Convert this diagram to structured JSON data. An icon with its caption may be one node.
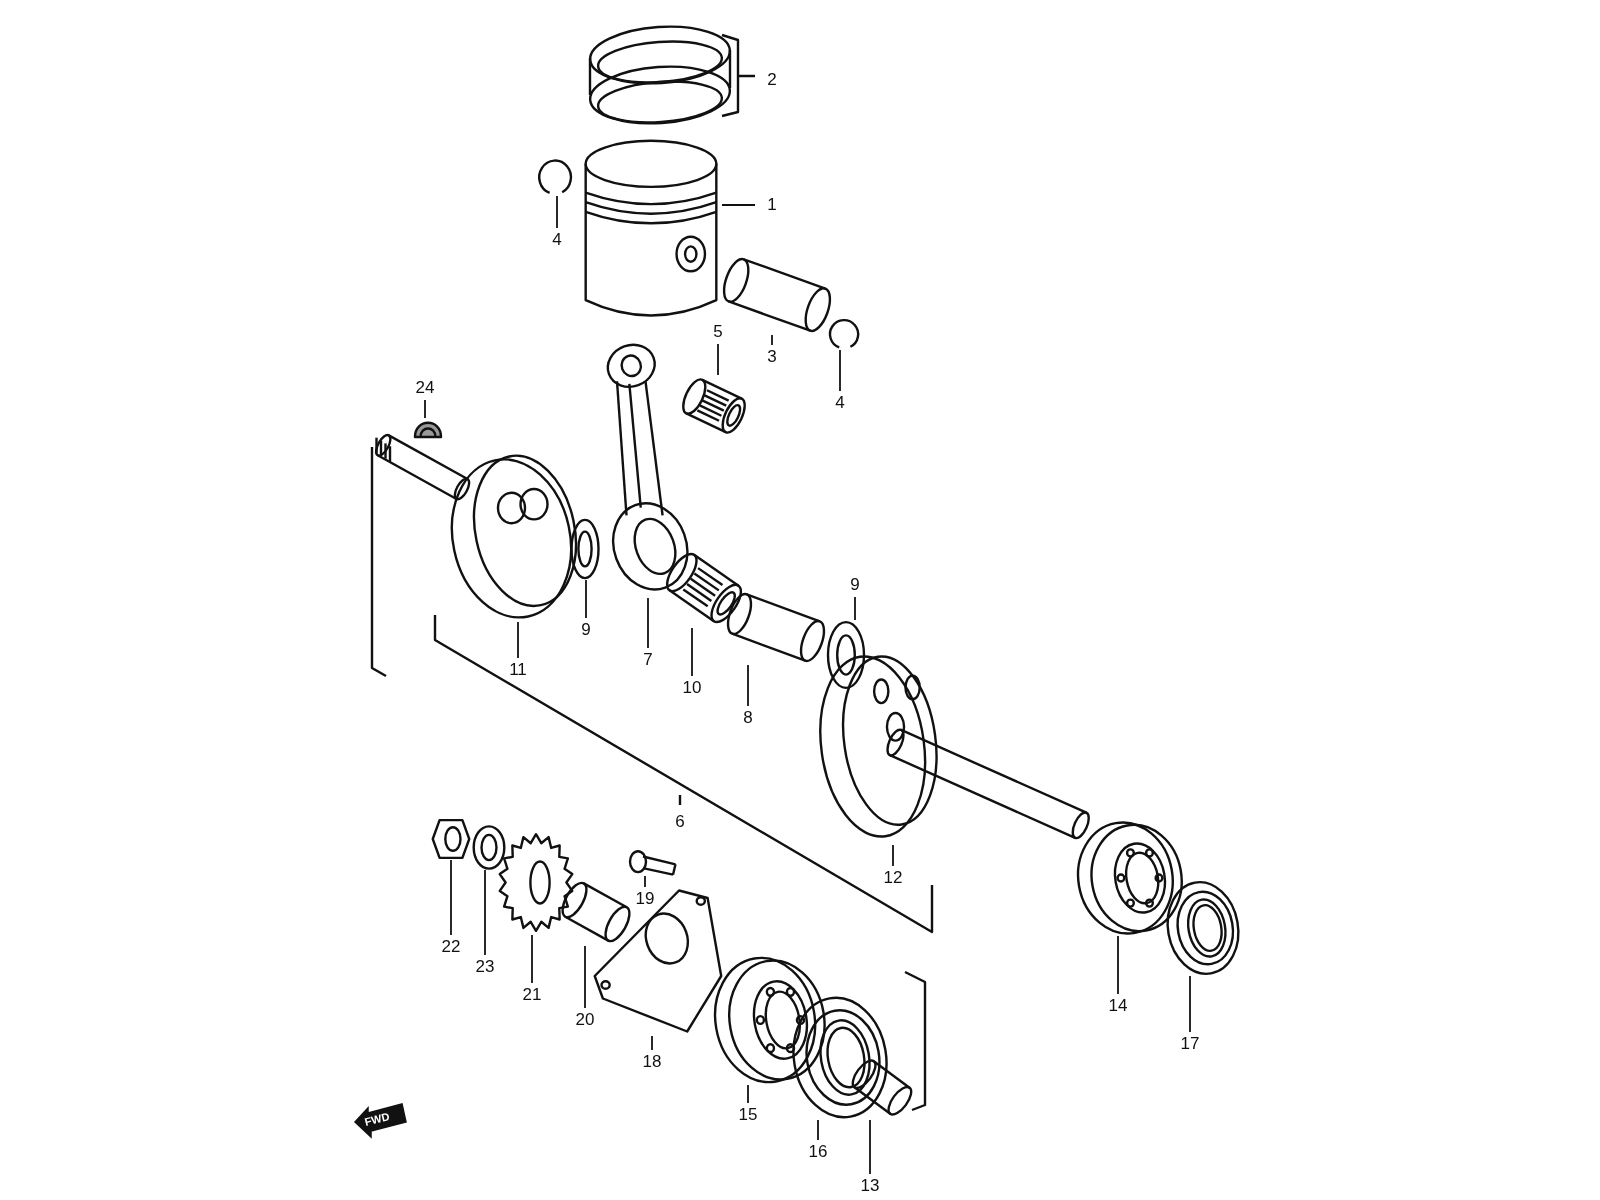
{
  "diagram": {
    "nodes": [
      {
        "text": [
          "1"
        ]
      },
      {
        "text": [],
        "shape": "picture"
      },
      {
        "text": [
          "4"
        ]
      },
      {
        "text": [],
        "shape": "picture"
      },
      {
        "text": [
          "5"
        ]
      },
      {
        "text": [],
        "shape": "picture"
      },
      {
        "text": [
          "3"
        ]
      },
      {
        "text": [],
        "shape": "picture"
      },
      {
        "text": [
          "4"
        ]
      },
      {
        "text": [],
        "shape": "picture"
      },
      {
        "text": [
          "24"
        ]
      },
      {
        "text": [],
        "shape": "picture"
      },
      {
        "text": [
          "11"
        ]
      },
      {
        "text": [],
        "shape": "picture"
      },
      {
        "text": [
          "9"
        ]
      },
      {
        "text": [],
        "shape": "picture"
      },
      {
        "text": [
          "7"
        ]
      },
      {
        "text": [],
        "shape": "picture"
      },
      {
        "text": [
          "10"
        ]
      },
      {
        "text": [],
        "shape": "picture"
      },
      {
        "text": [
          "8"
        ]
      },
      {
        "text": [],
        "shape": "picture"
      },
      {
        "text": [
          "9"
        ]
      },
      {
        "text": [],
        "shape": "picture"
      },
      {
        "text": [
          "12"
        ]
      },
      {
        "text": [],
        "shape": "picture"
      },
      {
        "text": [
          "22"
        ]
      },
      {
        "text": [],
        "shape": "picture"
      },
      {
        "text": [
          "23"
        ]
      },
      {
        "text": [],
        "shape": "picture"
      },
      {
        "text": [
          "21"
        ]
      },
      {
        "text": [],
        "shape": "picture"
      },
      {
        "text": [
          "19"
        ]
      },
      {
        "text": [],
        "shape": "picture"
      },
      {
        "text": [
          "20"
        ]
      },
      {
        "text": [],
        "shape": "picture"
      },
      {
        "text": [
          "18"
        ]
      },
      {
        "text": [],
        "shape": "picture"
      },
      {
        "text": [
          "15"
        ]
      },
      {
        "text": [],
        "shape": "picture"
      },
      {
        "text": [
          "16"
        ]
      },
      {
        "text": [],
        "shape": "picture"
      },
      {
        "text": [
          "13"
        ]
      },
      {
        "text": [],
        "shape": "picture"
      },
      {
        "text": [
          "14"
        ]
      },
      {
        "text": [],
        "shape": "picture"
      },
      {
        "text": [
          "17"
        ]
      },
      {
        "text": [],
        "shape": "picture"
      }
    ],
    "edges": [
      {
        "from": 0,
        "to": 1,
        "arrow": "none"
      },
      {
        "from": 2,
        "to": 3,
        "arrow": "none"
      },
      {
        "from": 4,
        "to": 5,
        "arrow": "none"
      },
      {
        "from": 6,
        "to": 7,
        "arrow": "none"
      },
      {
        "from": 8,
        "to": 9,
        "arrow": "none"
      },
      {
        "from": 10,
        "to": 11,
        "arrow": "none"
      },
      {
        "from": 12,
        "to": 13,
        "arrow": "none"
      },
      {
        "from": 14,
        "to": 15,
        "arrow": "none"
      },
      {
        "from": 16,
        "to": 17,
        "arrow": "none"
      },
      {
        "from": 18,
        "to": 19,
        "arrow": "none"
      },
      {
        "from": 20,
        "to": 21,
        "arrow": "none"
      },
      {
        "from": 22,
        "to": 23,
        "arrow": "none"
      },
      {
        "from": 24,
        "to": 25,
        "arrow": "none"
      },
      {
        "from": 26,
        "to": 27,
        "arrow": "none"
      },
      {
        "from": 28,
        "to": 29,
        "arrow": "none"
      },
      {
        "from": 30,
        "to": 31,
        "arrow": "none"
      },
      {
        "from": 32,
        "to": 33,
        "arrow": "none"
      },
      {
        "from": 34,
        "to": 35,
        "arrow": "none"
      },
      {
        "from": 36,
        "to": 37,
        "arrow": "none"
      },
      {
        "from": 38,
        "to": 39,
        "arrow": "none"
      },
      {
        "from": 40,
        "to": 41,
        "arrow": "none"
      },
      {
        "from": 42,
        "to": 43,
        "arrow": "none"
      },
      {
        "from": 44,
        "to": 45,
        "arrow": "none"
      },
      {
        "from": 46,
        "to": 47,
        "arrow": "none"
      }
    ],
    "labels": [
      "2",
      "6",
      "FWD"
    ]
  }
}
